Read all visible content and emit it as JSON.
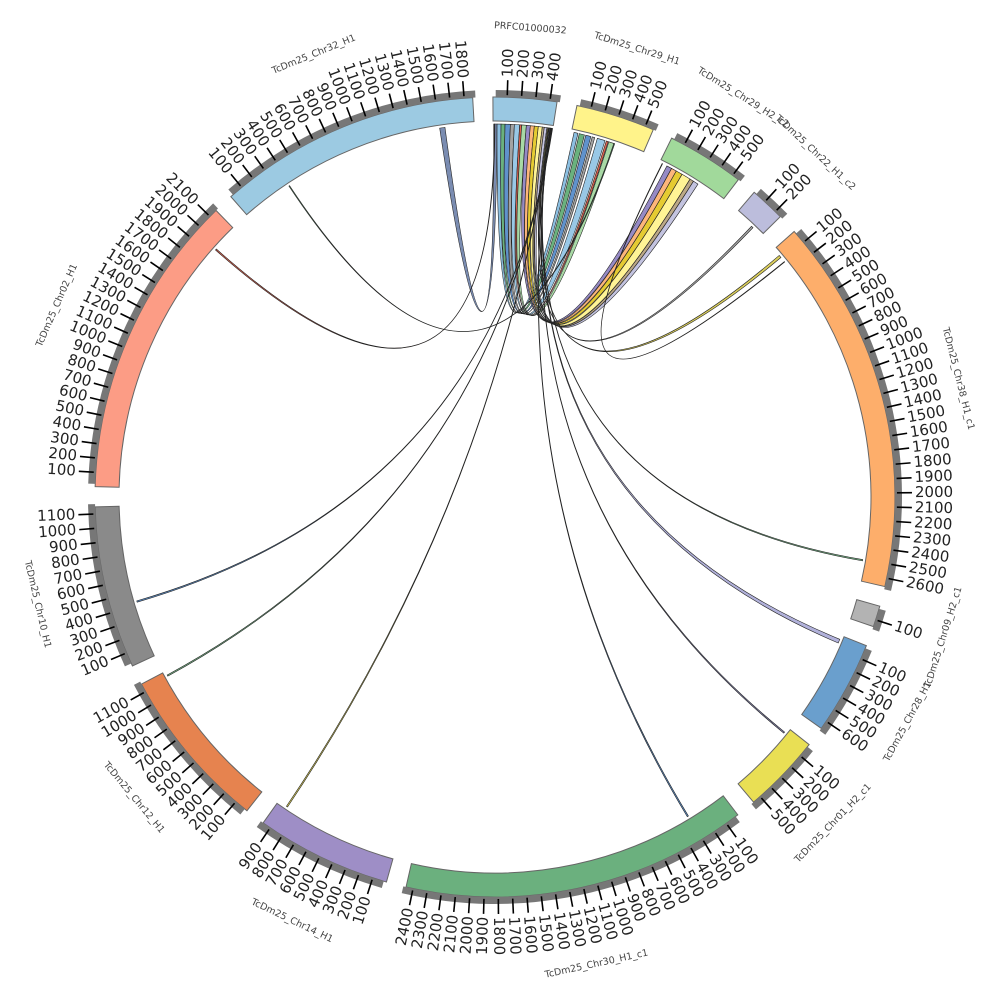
{
  "chart_data": {
    "type": "chord",
    "title": "",
    "tick_interval": 100,
    "chromosomes": [
      {
        "name": "PRFC01000032",
        "length": 450,
        "color": "#9ac8e2"
      },
      {
        "name": "TcDm25_Chr29_H1",
        "length": 560,
        "color": "#fff38a"
      },
      {
        "name": "TcDm25_Chr29_H2_c2",
        "length": 550,
        "color": "#a1d99b"
      },
      {
        "name": "TcDm25_Chr22_H1_c2",
        "length": 250,
        "color": "#bcbddc"
      },
      {
        "name": "TcDm25_Chr38_H1_c1",
        "length": 2660,
        "color": "#fdae6b"
      },
      {
        "name": "TcDm25_Chr09_H2_c1",
        "length": 150,
        "color": "#b3b3b3"
      },
      {
        "name": "TcDm25_Chr28_H1",
        "length": 660,
        "color": "#6a9fcd"
      },
      {
        "name": "TcDm25_Chr01_H2_c1",
        "length": 560,
        "color": "#e9df54"
      },
      {
        "name": "TcDm25_Chr30_H1_c1",
        "length": 2450,
        "color": "#6bb07e"
      },
      {
        "name": "TcDm25_Chr14_H1",
        "length": 960,
        "color": "#9e8ec6"
      },
      {
        "name": "TcDm25_Chr12_H1",
        "length": 1160,
        "color": "#e6834f"
      },
      {
        "name": "TcDm25_Chr10_H1",
        "length": 1150,
        "color": "#8a8a8a"
      },
      {
        "name": "TcDm25_Chr02_H1",
        "length": 2160,
        "color": "#fc9c85"
      },
      {
        "name": "TcDm25_Chr32_H1",
        "length": 1860,
        "color": "#9ccae2"
      }
    ],
    "links": [
      {
        "a": [
          0,
          5,
          30
        ],
        "b": [
          13,
          1600,
          1640
        ],
        "color": "#6c7fa8"
      },
      {
        "a": [
          0,
          30,
          60
        ],
        "b": [
          1,
          20,
          50
        ],
        "color": "#7fb8de"
      },
      {
        "a": [
          0,
          60,
          90
        ],
        "b": [
          1,
          60,
          100
        ],
        "color": "#5aa870"
      },
      {
        "a": [
          0,
          90,
          130
        ],
        "b": [
          1,
          110,
          150
        ],
        "color": "#4f86c6"
      },
      {
        "a": [
          0,
          130,
          160
        ],
        "b": [
          1,
          160,
          180
        ],
        "color": "#999999"
      },
      {
        "a": [
          0,
          160,
          200
        ],
        "b": [
          1,
          200,
          260
        ],
        "color": "#8ec2e3"
      },
      {
        "a": [
          0,
          200,
          215
        ],
        "b": [
          1,
          270,
          285
        ],
        "color": "#e0543e"
      },
      {
        "a": [
          0,
          215,
          250
        ],
        "b": [
          1,
          290,
          330
        ],
        "color": "#9fd59b"
      },
      {
        "a": [
          0,
          250,
          280
        ],
        "b": [
          2,
          60,
          100
        ],
        "color": "#8b7dbf"
      },
      {
        "a": [
          0,
          280,
          310
        ],
        "b": [
          2,
          100,
          140
        ],
        "color": "#fdae6b"
      },
      {
        "a": [
          0,
          310,
          340
        ],
        "b": [
          2,
          140,
          190
        ],
        "color": "#e2c51c"
      },
      {
        "a": [
          0,
          340,
          370
        ],
        "b": [
          2,
          190,
          260
        ],
        "color": "#fff38a"
      },
      {
        "a": [
          0,
          370,
          385
        ],
        "b": [
          2,
          260,
          290
        ],
        "color": "#b5a07a"
      },
      {
        "a": [
          0,
          385,
          405
        ],
        "b": [
          2,
          290,
          330
        ],
        "color": "#bcbddc"
      },
      {
        "a": [
          0,
          405,
          412
        ],
        "b": [
          3,
          150,
          165
        ],
        "color": "#a0a0a0"
      },
      {
        "a": [
          0,
          412,
          418
        ],
        "b": [
          4,
          60,
          80
        ],
        "color": "#d6c94a"
      },
      {
        "a": [
          0,
          418,
          422
        ],
        "b": [
          4,
          2500,
          2510
        ],
        "color": "#6bb07e"
      },
      {
        "a": [
          0,
          422,
          428
        ],
        "b": [
          6,
          30,
          60
        ],
        "color": "#a9a9d6"
      },
      {
        "a": [
          0,
          428,
          432
        ],
        "b": [
          7,
          40,
          50
        ],
        "color": "#7a7aa8"
      },
      {
        "a": [
          0,
          432,
          436
        ],
        "b": [
          8,
          300,
          310
        ],
        "color": "#4f86c6"
      },
      {
        "a": [
          0,
          436,
          440
        ],
        "b": [
          9,
          880,
          890
        ],
        "color": "#d6c94a"
      },
      {
        "a": [
          0,
          440,
          444
        ],
        "b": [
          10,
          1120,
          1130
        ],
        "color": "#6bb07e"
      },
      {
        "a": [
          0,
          444,
          448
        ],
        "b": [
          11,
          420,
          430
        ],
        "color": "#4f86c6"
      },
      {
        "a": [
          0,
          10,
          14
        ],
        "b": [
          12,
          1950,
          1960
        ],
        "color": "#e0543e"
      },
      {
        "a": [
          1,
          330,
          336
        ],
        "b": [
          13,
          380,
          386
        ],
        "color": "#5aa870"
      },
      {
        "a": [
          2,
          20,
          24
        ],
        "b": [
          4,
          120,
          124
        ],
        "color": "#a0522d"
      }
    ]
  }
}
